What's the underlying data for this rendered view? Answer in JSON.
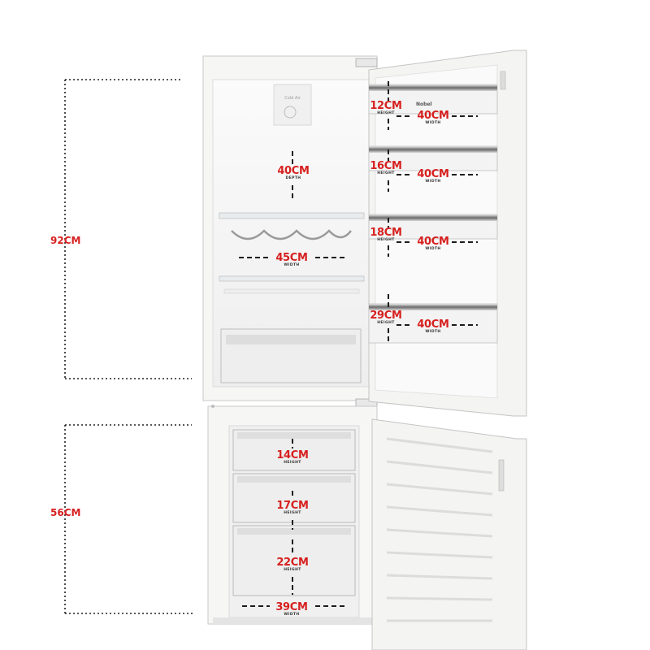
{
  "overall": {
    "fridge_height": "92CM",
    "freezer_height": "56CM"
  },
  "fridge": {
    "depth": {
      "value": "40CM",
      "caption": "DEPTH"
    },
    "shelf_width": {
      "value": "45CM",
      "caption": "WIDTH"
    },
    "badge": "Cold Air"
  },
  "door_shelves": [
    {
      "height": "12CM",
      "height_caption": "HEIGHT",
      "width": "40CM",
      "width_caption": "WIDTH"
    },
    {
      "height": "16CM",
      "height_caption": "HEIGHT",
      "width": "40CM",
      "width_caption": "WIDTH"
    },
    {
      "height": "18CM",
      "height_caption": "HEIGHT",
      "width": "40CM",
      "width_caption": "WIDTH"
    },
    {
      "height": "29CM",
      "height_caption": "HEIGHT",
      "width": "40CM",
      "width_caption": "WIDTH"
    }
  ],
  "brand": "Nobel",
  "freezer": {
    "drawers": [
      {
        "height": "14CM",
        "caption": "HEIGHT"
      },
      {
        "height": "17CM",
        "caption": "HEIGHT"
      },
      {
        "height": "22CM",
        "caption": "HEIGHT"
      }
    ],
    "width": {
      "value": "39CM",
      "caption": "WIDTH"
    }
  },
  "colors": {
    "accent": "#d6201f",
    "dimension_line": "#222222",
    "body": "#f4f4f2",
    "outline": "#c9c9c9"
  }
}
